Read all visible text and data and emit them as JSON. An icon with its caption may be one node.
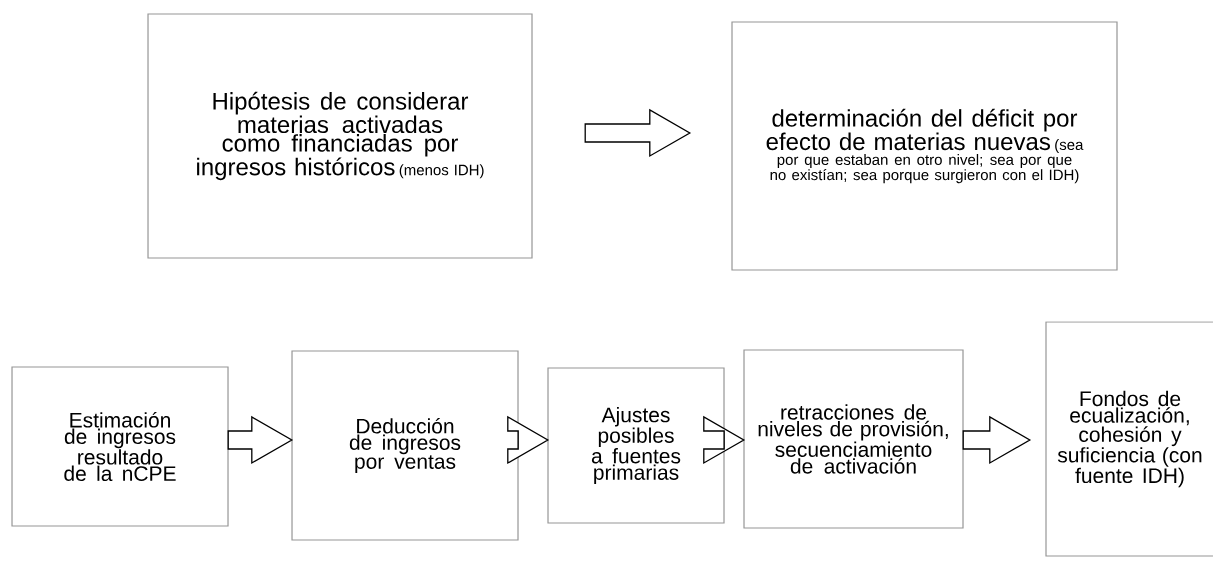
{
  "diagram": {
    "nodes": [
      {
        "text": [
          "Hipótesis de considerar materias activadas como financiadas por ingresos históricos",
          "(menos IDH)"
        ]
      },
      {
        "text": [
          "determinación del déficit por efecto de materias nuevas",
          "(sea por que estaban en otro nivel; sea por que no existían; sea porque surgieron con el IDH)"
        ]
      },
      {
        "text": [
          "Estimación de ingresos resultado de la nCPE"
        ]
      },
      {
        "text": [
          "Deducción de ingresos por ventas"
        ]
      },
      {
        "text": [
          "Ajustes posibles a fuentes primarias"
        ]
      },
      {
        "text": [
          "retracciones de niveles de provisión, secuenciamiento de activación"
        ]
      },
      {
        "text": [
          "Fondos de ecualización, cohesión y suficiencia (con fuente IDH)"
        ]
      }
    ],
    "edges": [
      {
        "from": 0,
        "to": 1,
        "arrow": "to"
      },
      {
        "from": 2,
        "to": 3,
        "arrow": "to"
      },
      {
        "from": 3,
        "to": 4,
        "arrow": "to"
      },
      {
        "from": 4,
        "to": 5,
        "arrow": "to"
      },
      {
        "from": 5,
        "to": 6,
        "arrow": "to"
      }
    ]
  }
}
